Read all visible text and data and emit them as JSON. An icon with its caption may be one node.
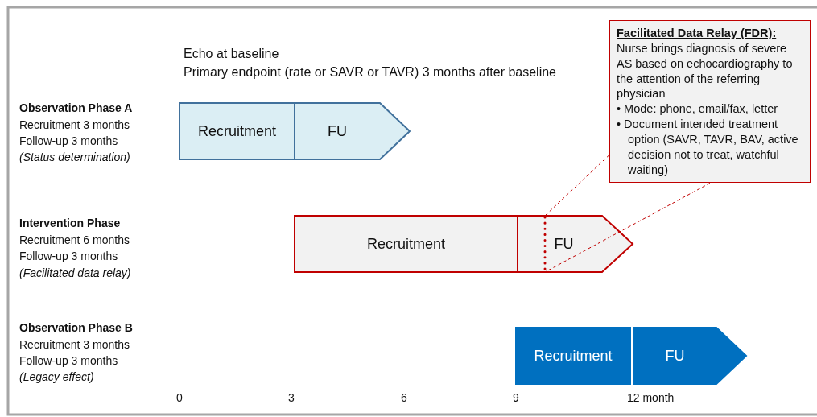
{
  "diagram": {
    "nodes": [
      {
        "text": [
          "Facilitated Data Relay (FDR):",
          "Nurse brings diagnosis of severe AS based on echocardiography to the attention of the referring physician",
          "• Mode: phone, email/fax, letter",
          "• Document intended treatment option (SAVR, TAVR, BAV, active decision not to treat, watchful waiting)"
        ]
      },
      {
        "text": [
          "Recruitment"
        ]
      },
      {
        "text": [
          "FU"
        ]
      },
      {
        "text": [
          "Recruitment"
        ]
      },
      {
        "text": [
          "FU"
        ]
      },
      {
        "text": [
          "Recruitment"
        ]
      },
      {
        "text": [
          "FU"
        ]
      },
      {
        "text": [],
        "shape": "line",
        "in": 4
      }
    ],
    "edges": [
      {
        "from": 0,
        "to": 7,
        "arrow": "none",
        "style": "dashed",
        "color": "#c00000"
      },
      {
        "from": 0,
        "to": 7,
        "arrow": "none",
        "style": "dashed",
        "color": "#c00000"
      }
    ],
    "labels": [
      "Echo at baseline",
      "Primary endpoint (rate or SAVR or TAVR) 3 months after baseline",
      "Observation Phase A",
      "Recruitment 3 months",
      "Follow-up 3 months",
      "(Status determination)",
      "Intervention Phase",
      "Recruitment 6 months",
      "Follow-up 3 months",
      "(Facilitated data relay)",
      "Observation Phase B",
      "Recruitment 3 months",
      "Follow-up 3 months",
      "(Legacy effect)",
      "0",
      "3",
      "6",
      "9",
      "12 month"
    ]
  }
}
